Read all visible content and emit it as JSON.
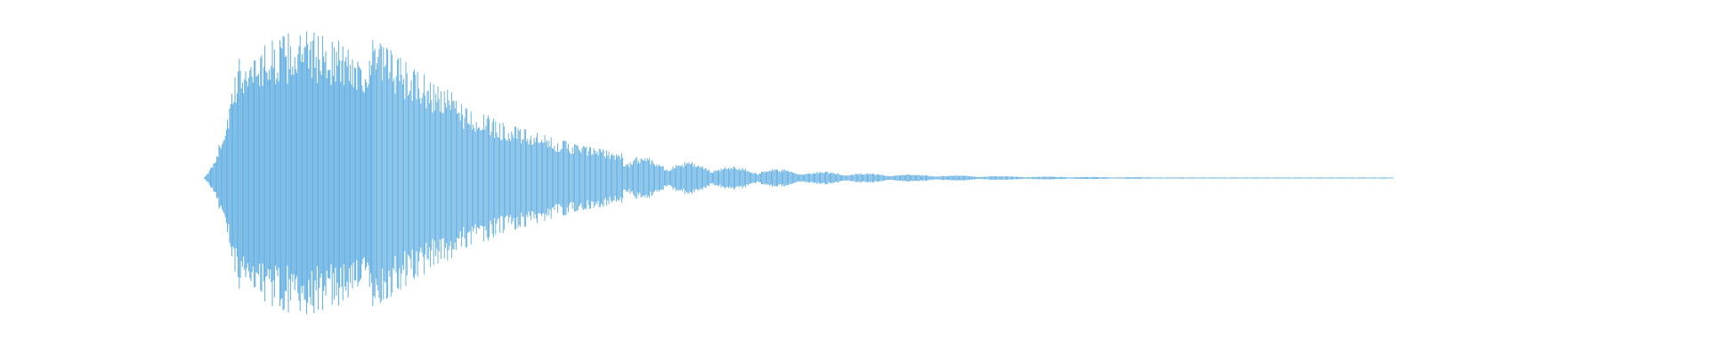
{
  "waveform": {
    "color": "#5dade2",
    "description_visible_text": "",
    "envelope": {
      "attack_peak_fraction": 0.95,
      "decay_profile": "exponential",
      "tail_fade": "long"
    }
  }
}
